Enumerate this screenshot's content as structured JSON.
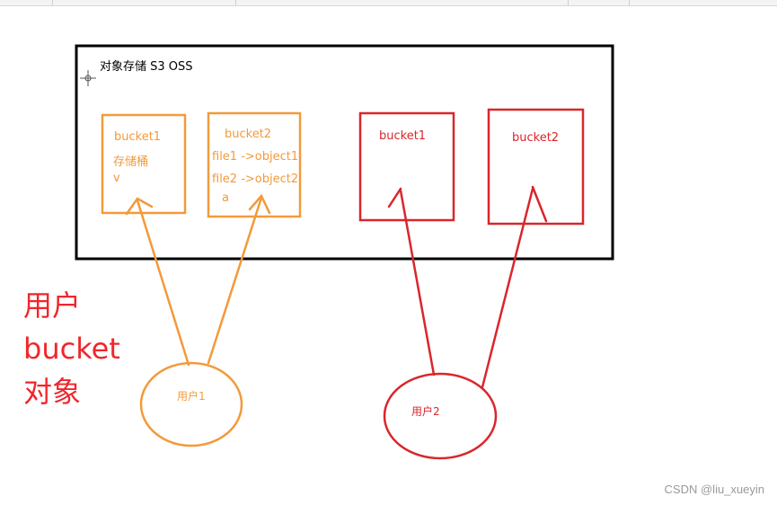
{
  "diagram": {
    "title": "对象存储  S3  OSS",
    "orange_bucket1": {
      "name": "bucket1",
      "line2": "存储桶",
      "line3": "v"
    },
    "orange_bucket2": {
      "name": "bucket2",
      "line2": "file1 ->object1",
      "line3": "file2 ->object2",
      "line4": "a"
    },
    "red_bucket1": {
      "name": "bucket1"
    },
    "red_bucket2": {
      "name": "bucket2"
    },
    "user1": "用户1",
    "user2": "用户2",
    "legend": {
      "line1": "用户",
      "line2": "bucket",
      "line3": "对象"
    },
    "watermark": "CSDN @liu_xueyin",
    "colors": {
      "orange": "#f39a3a",
      "red": "#d9262b",
      "frame": "#000000"
    }
  }
}
